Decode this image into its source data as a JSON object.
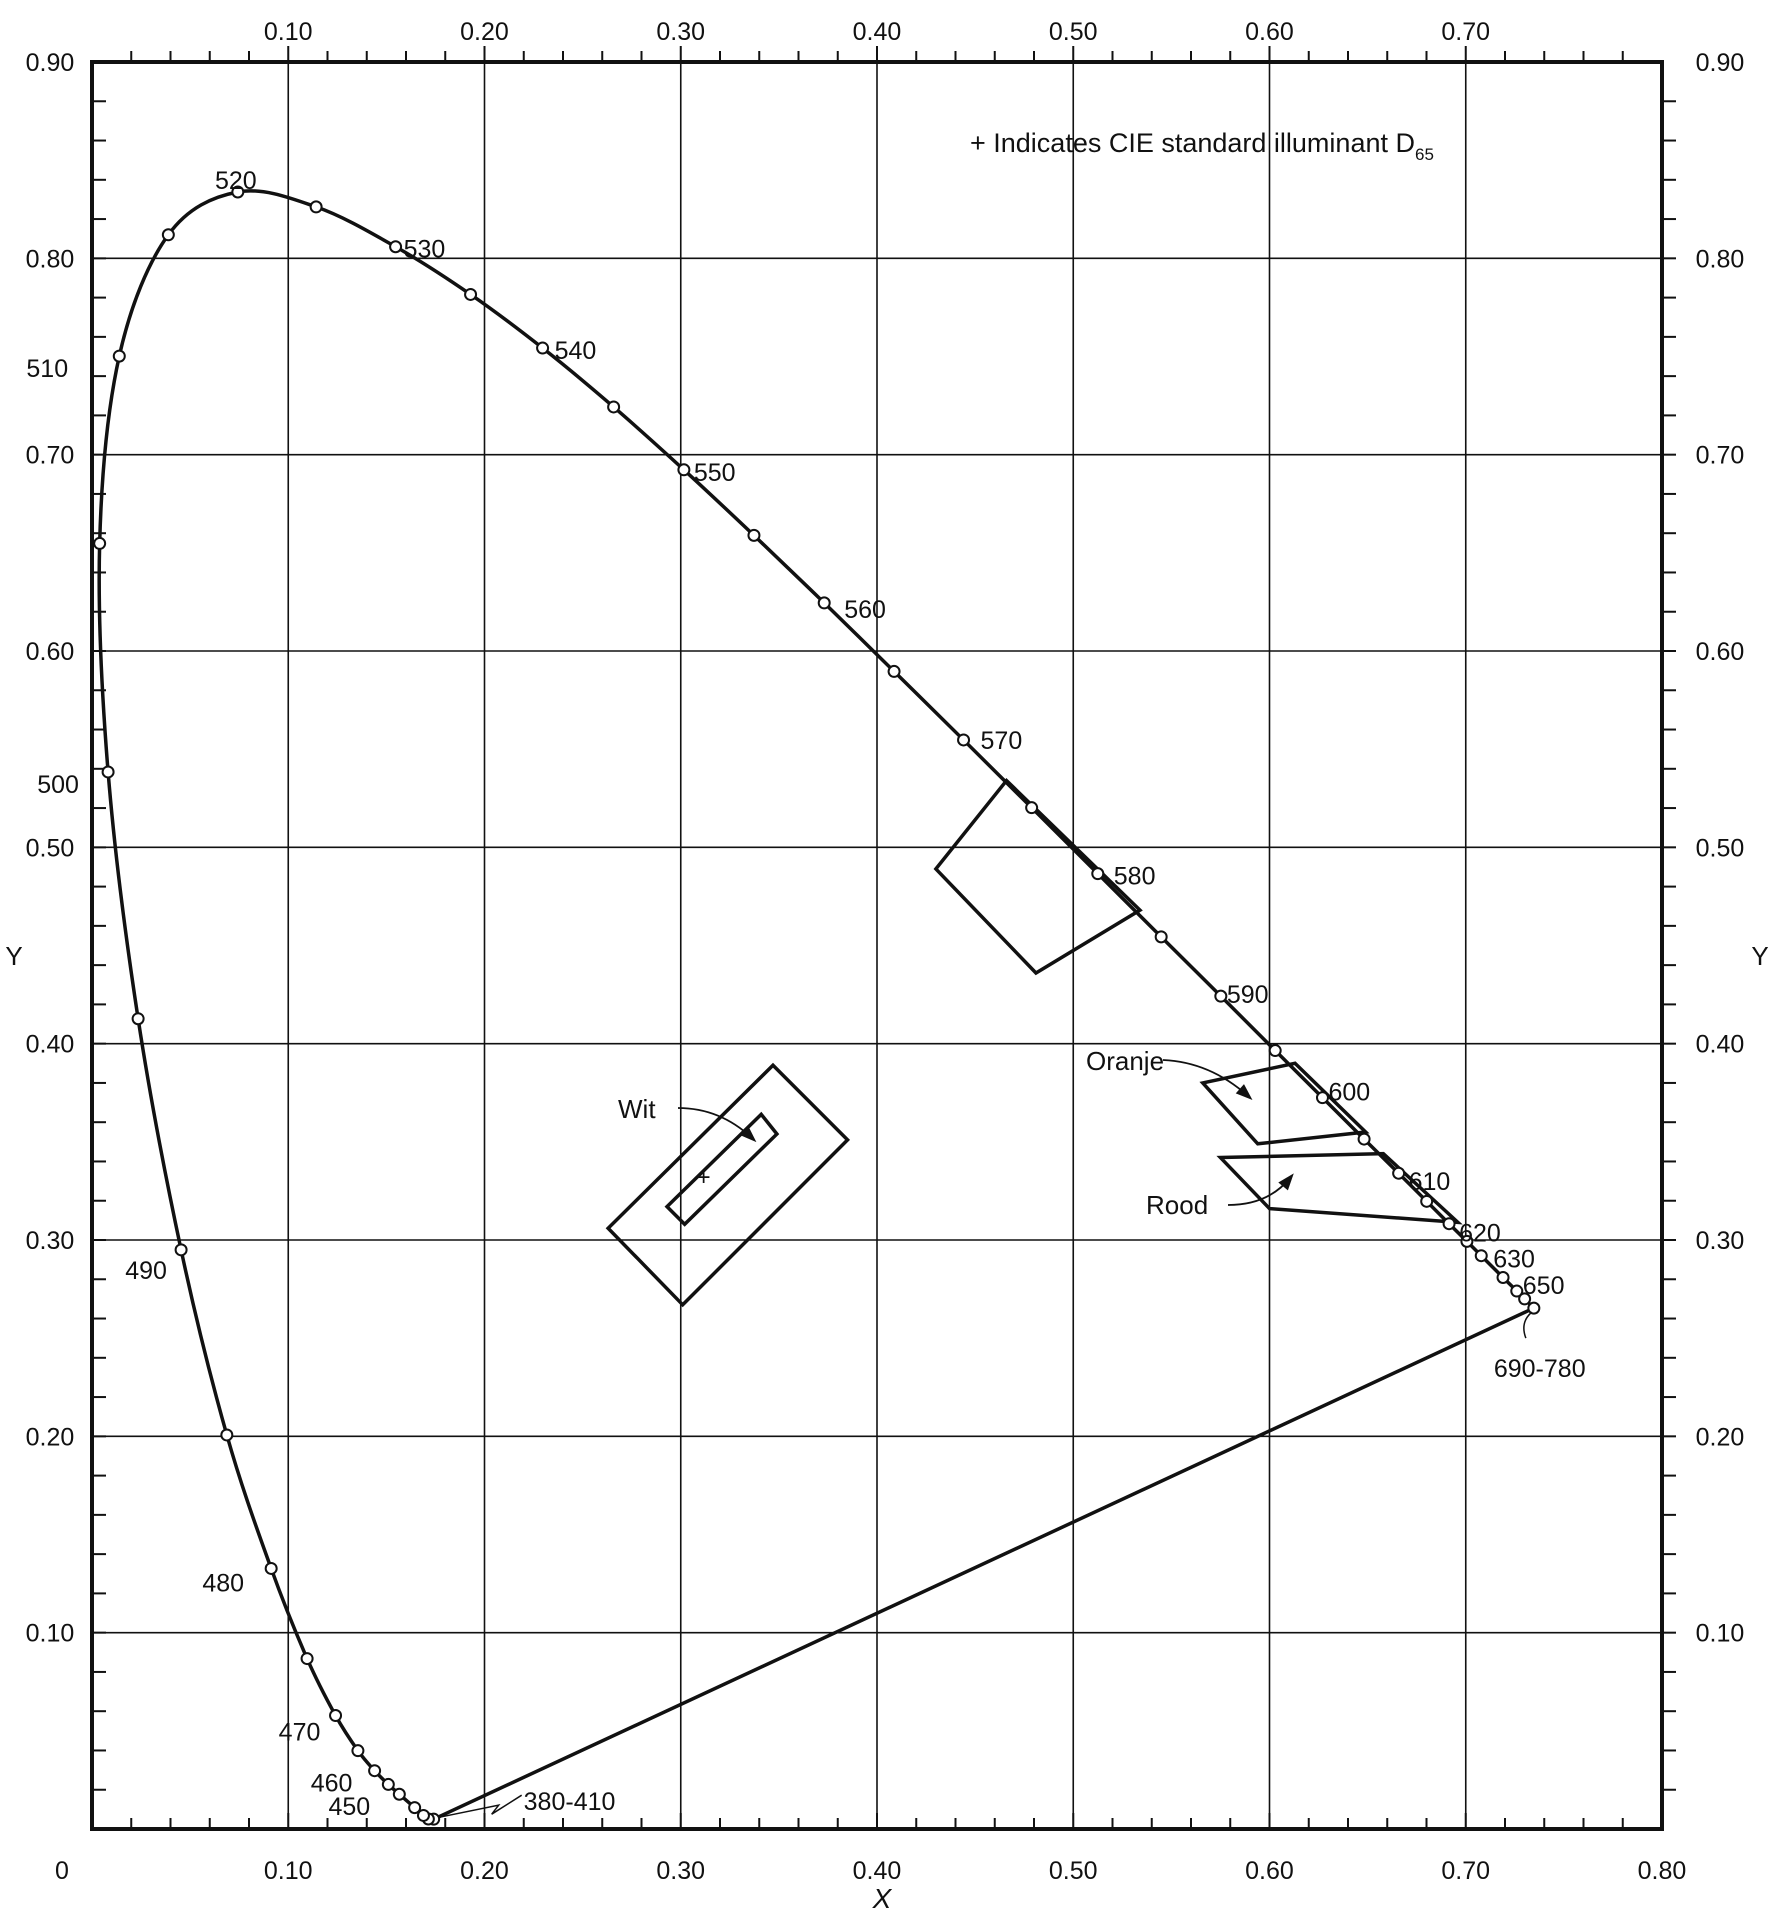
{
  "chart_data": {
    "type": "line",
    "xlabel": "X",
    "ylabel": "Y",
    "xlim": [
      0,
      0.8
    ],
    "ylim": [
      0,
      0.9
    ],
    "grid": true,
    "x_ticks_bottom": [
      "0",
      "0.10",
      "0.20",
      "0.30",
      "0.40",
      "0.50",
      "0.60",
      "0.70",
      "0.80"
    ],
    "x_ticks_top": [
      "0.10",
      "0.20",
      "0.30",
      "0.40",
      "0.50",
      "0.60",
      "0.70"
    ],
    "y_ticks": [
      "0.10",
      "0.20",
      "0.30",
      "0.40",
      "0.50",
      "0.60",
      "0.70",
      "0.80",
      "0.90"
    ],
    "annotation": {
      "prefix": "+ Indicates CIE standard illuminant D",
      "subscript": "65"
    },
    "spectral_locus": [
      {
        "x": 0.1741,
        "y": 0.005,
        "label": "380-410"
      },
      {
        "x": 0.1714,
        "y": 0.0051,
        "label": ""
      },
      {
        "x": 0.1689,
        "y": 0.0069,
        "label": ""
      },
      {
        "x": 0.1644,
        "y": 0.0109,
        "label": ""
      },
      {
        "x": 0.1566,
        "y": 0.0177,
        "label": "450"
      },
      {
        "x": 0.151,
        "y": 0.0227,
        "label": ""
      },
      {
        "x": 0.144,
        "y": 0.0297,
        "label": "460"
      },
      {
        "x": 0.1355,
        "y": 0.0399,
        "label": ""
      },
      {
        "x": 0.1241,
        "y": 0.0578,
        "label": "470"
      },
      {
        "x": 0.1096,
        "y": 0.0868,
        "label": ""
      },
      {
        "x": 0.0913,
        "y": 0.1327,
        "label": "480"
      },
      {
        "x": 0.0687,
        "y": 0.2007,
        "label": ""
      },
      {
        "x": 0.0454,
        "y": 0.295,
        "label": "490"
      },
      {
        "x": 0.0235,
        "y": 0.4127,
        "label": ""
      },
      {
        "x": 0.0082,
        "y": 0.5384,
        "label": "500"
      },
      {
        "x": 0.0039,
        "y": 0.6548,
        "label": ""
      },
      {
        "x": 0.0139,
        "y": 0.7502,
        "label": "510"
      },
      {
        "x": 0.0389,
        "y": 0.812,
        "label": ""
      },
      {
        "x": 0.0743,
        "y": 0.8338,
        "label": "520"
      },
      {
        "x": 0.1142,
        "y": 0.8262,
        "label": ""
      },
      {
        "x": 0.1547,
        "y": 0.8059,
        "label": "530"
      },
      {
        "x": 0.1929,
        "y": 0.7816,
        "label": ""
      },
      {
        "x": 0.2296,
        "y": 0.7543,
        "label": "540"
      },
      {
        "x": 0.2658,
        "y": 0.7243,
        "label": ""
      },
      {
        "x": 0.3016,
        "y": 0.6923,
        "label": "550"
      },
      {
        "x": 0.3373,
        "y": 0.6589,
        "label": ""
      },
      {
        "x": 0.3731,
        "y": 0.6245,
        "label": "560"
      },
      {
        "x": 0.4087,
        "y": 0.5896,
        "label": ""
      },
      {
        "x": 0.4441,
        "y": 0.5547,
        "label": "570"
      },
      {
        "x": 0.4788,
        "y": 0.5202,
        "label": ""
      },
      {
        "x": 0.5125,
        "y": 0.4866,
        "label": "580"
      },
      {
        "x": 0.5448,
        "y": 0.4544,
        "label": ""
      },
      {
        "x": 0.5752,
        "y": 0.4242,
        "label": "590"
      },
      {
        "x": 0.6029,
        "y": 0.3965,
        "label": ""
      },
      {
        "x": 0.627,
        "y": 0.3725,
        "label": "600"
      },
      {
        "x": 0.6482,
        "y": 0.3514,
        "label": ""
      },
      {
        "x": 0.6658,
        "y": 0.334,
        "label": "610"
      },
      {
        "x": 0.6801,
        "y": 0.3197,
        "label": ""
      },
      {
        "x": 0.6915,
        "y": 0.3083,
        "label": "620"
      },
      {
        "x": 0.7006,
        "y": 0.2993,
        "label": ""
      },
      {
        "x": 0.7079,
        "y": 0.292,
        "label": "630"
      },
      {
        "x": 0.719,
        "y": 0.2809,
        "label": ""
      },
      {
        "x": 0.726,
        "y": 0.274,
        "label": "650"
      },
      {
        "x": 0.73,
        "y": 0.27,
        "label": ""
      },
      {
        "x": 0.7347,
        "y": 0.2653,
        "label": "690-780"
      }
    ],
    "regions": [
      {
        "name": "",
        "points": [
          [
            0.466,
            0.534
          ],
          [
            0.43,
            0.489
          ],
          [
            0.481,
            0.436
          ],
          [
            0.534,
            0.468
          ]
        ]
      },
      {
        "name": "Wit",
        "points": [
          [
            0.347,
            0.389
          ],
          [
            0.385,
            0.351
          ],
          [
            0.301,
            0.267
          ],
          [
            0.263,
            0.306
          ]
        ]
      },
      {
        "name": "",
        "points": [
          [
            0.341,
            0.364
          ],
          [
            0.349,
            0.354
          ],
          [
            0.302,
            0.308
          ],
          [
            0.293,
            0.317
          ]
        ]
      },
      {
        "name": "Oranje",
        "points": [
          [
            0.566,
            0.38
          ],
          [
            0.613,
            0.39
          ],
          [
            0.649,
            0.355
          ],
          [
            0.594,
            0.349
          ]
        ]
      },
      {
        "name": "Rood",
        "points": [
          [
            0.575,
            0.342
          ],
          [
            0.658,
            0.344
          ],
          [
            0.696,
            0.309
          ],
          [
            0.6,
            0.316
          ]
        ]
      }
    ],
    "illuminant_d65": {
      "x": 0.3127,
      "y": 0.329,
      "marker": "+"
    }
  }
}
